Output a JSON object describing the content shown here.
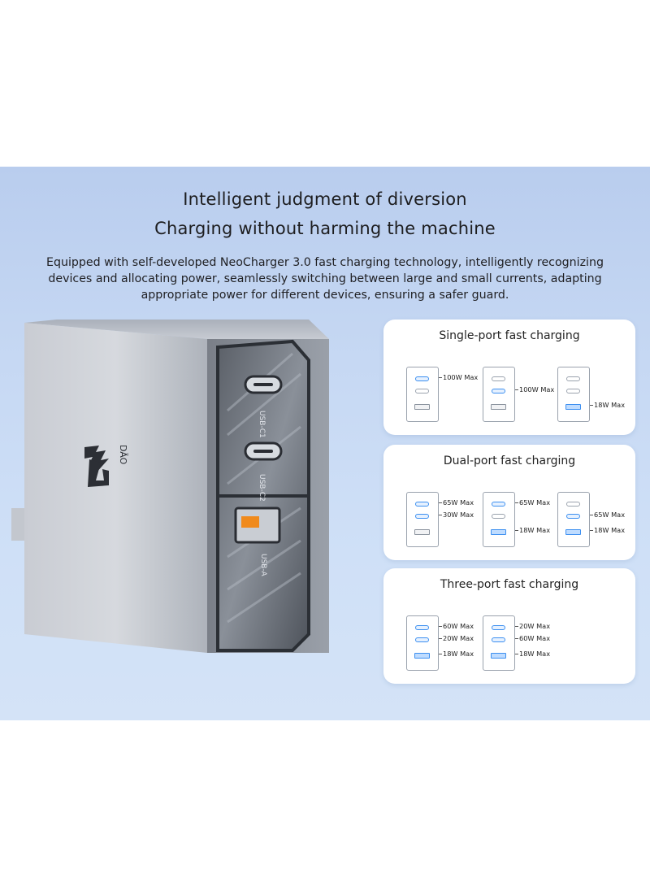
{
  "headline": {
    "line1": "Intelligent judgment of diversion",
    "line2": "Charging without harming the machine"
  },
  "description": {
    "line1": "Equipped with self-developed NeoCharger 3.0 fast charging technology, intelligently recognizing",
    "line2": "devices and allocating power, seamlessly switching between large and small currents, adapting",
    "line3": "appropriate power for different devices, ensuring a safer guard."
  },
  "product": {
    "brand_mark": "DĀO",
    "port_labels": [
      "USB-C1",
      "USB-C2",
      "USB-A"
    ]
  },
  "colors": {
    "active_port": "#3c8ff0",
    "banner_top": "#b9cdee",
    "banner_bottom": "#d4e3f7"
  },
  "cards": [
    {
      "title": "Single-port fast charging",
      "devices": [
        {
          "ports": [
            {
              "type": "C",
              "active": true,
              "label": "100W Max"
            },
            {
              "type": "C",
              "active": false
            },
            {
              "type": "A",
              "active": false
            }
          ]
        },
        {
          "ports": [
            {
              "type": "C",
              "active": false
            },
            {
              "type": "C",
              "active": true,
              "label": "100W Max"
            },
            {
              "type": "A",
              "active": false
            }
          ]
        },
        {
          "ports": [
            {
              "type": "C",
              "active": false
            },
            {
              "type": "C",
              "active": false
            },
            {
              "type": "A",
              "active": true,
              "label": "18W Max"
            }
          ]
        }
      ]
    },
    {
      "title": "Dual-port fast charging",
      "devices": [
        {
          "ports": [
            {
              "type": "C",
              "active": true,
              "label": "65W Max"
            },
            {
              "type": "C",
              "active": true,
              "label": "30W Max"
            },
            {
              "type": "A",
              "active": false
            }
          ]
        },
        {
          "ports": [
            {
              "type": "C",
              "active": true,
              "label": "65W Max"
            },
            {
              "type": "C",
              "active": false
            },
            {
              "type": "A",
              "active": true,
              "label": "18W Max"
            }
          ]
        },
        {
          "ports": [
            {
              "type": "C",
              "active": false
            },
            {
              "type": "C",
              "active": true,
              "label": "65W Max"
            },
            {
              "type": "A",
              "active": true,
              "label": "18W Max"
            }
          ]
        }
      ]
    },
    {
      "title": "Three-port fast charging",
      "devices": [
        {
          "ports": [
            {
              "type": "C",
              "active": true,
              "label": "60W Max"
            },
            {
              "type": "C",
              "active": true,
              "label": "20W Max"
            },
            {
              "type": "A",
              "active": true,
              "label": "18W Max"
            }
          ]
        },
        {
          "ports": [
            {
              "type": "C",
              "active": true,
              "label": "20W Max"
            },
            {
              "type": "C",
              "active": true,
              "label": "60W Max"
            },
            {
              "type": "A",
              "active": true,
              "label": "18W Max"
            }
          ]
        }
      ]
    }
  ]
}
